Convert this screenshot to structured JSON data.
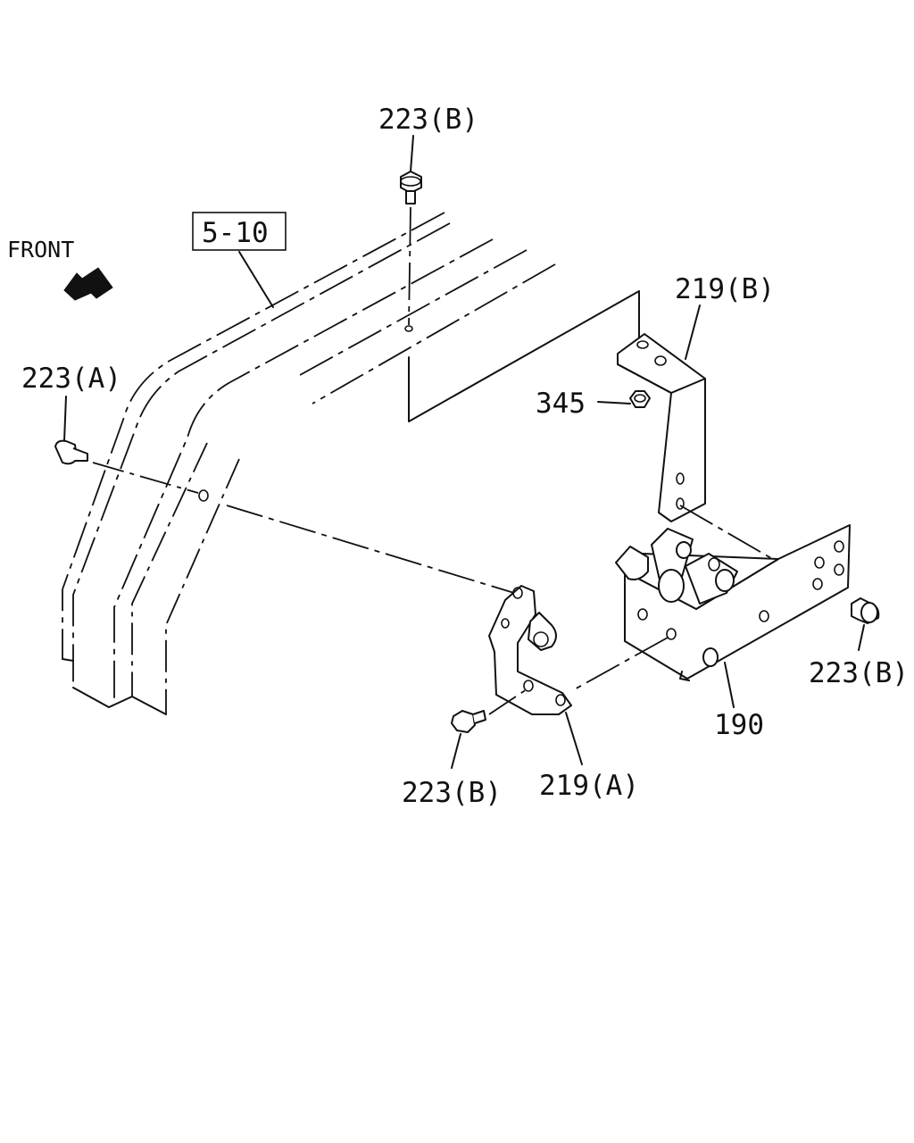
{
  "diagram": {
    "front_label": "FRONT",
    "ref_box_label": "5-10",
    "callouts": {
      "bolt_223b_top": "223(B)",
      "bolt_223a": "223(A)",
      "bracket_219b": "219(B)",
      "nut_345": "345",
      "bolt_223b_right": "223(B)",
      "bracket_190": "190",
      "bracket_219a": "219(A)",
      "bolt_223b_bottom": "223(B)"
    },
    "colors": {
      "line": "#111111",
      "background": "#ffffff"
    }
  }
}
